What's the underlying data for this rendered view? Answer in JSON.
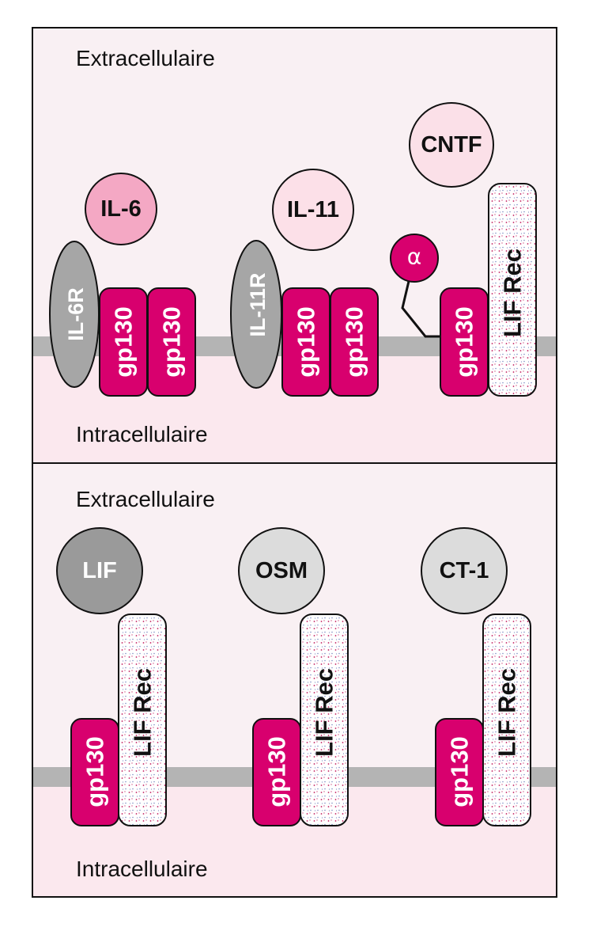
{
  "panels": [
    {
      "top_label": "Extracellulaire",
      "bottom_label": "Intracellulaire"
    },
    {
      "top_label": "Extracellulaire",
      "bottom_label": "Intracellulaire"
    }
  ],
  "ligands": {
    "il6": "IL-6",
    "il11": "IL-11",
    "cntf": "CNTF",
    "lif": "LIF",
    "osm": "OSM",
    "ct1": "CT-1"
  },
  "receptors": {
    "gp130": "gp130",
    "lif_rec": "LIF Rec",
    "il6r": "IL-6R",
    "il11r": "IL-11R",
    "alpha": "α"
  },
  "colors": {
    "magenta": "#d8006e",
    "membrane": "#b4b4b4",
    "extracellular": "#f9f0f3",
    "intracellular": "#fbe8ee",
    "il6": "#f4a8c4",
    "il11": "#fce0e8",
    "cntf": "#fbe0e8",
    "lif": "#9a9a9a",
    "osm": "#dcdcdc",
    "ct1": "#dcdcdc",
    "receptor_grey": "#a6a6a6"
  }
}
